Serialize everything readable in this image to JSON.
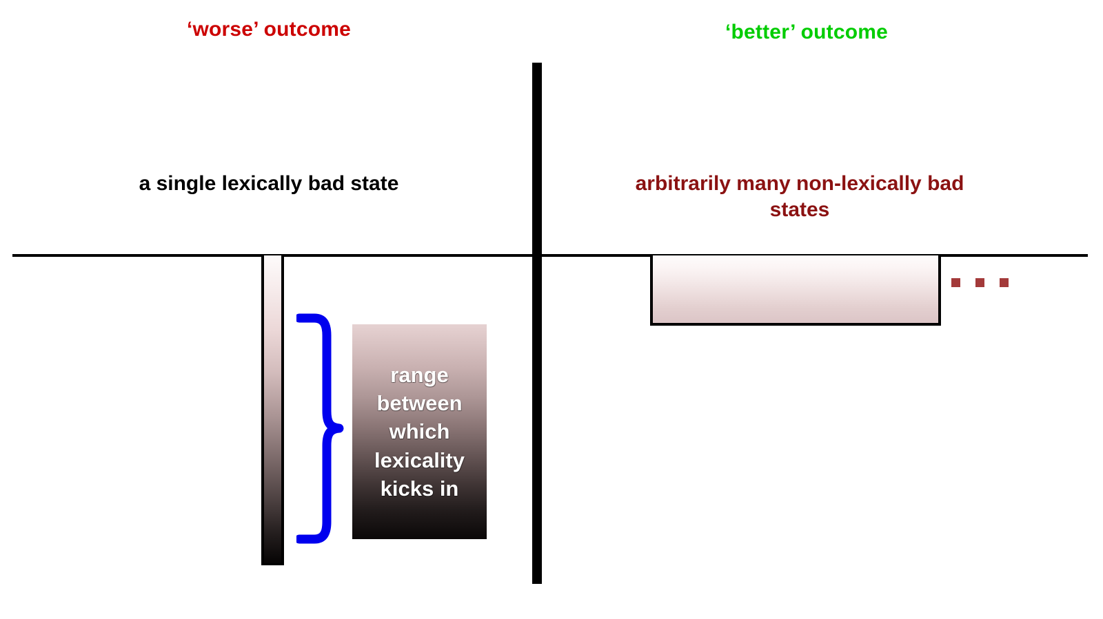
{
  "headings": {
    "worse": "‘worse’ outcome",
    "better": "‘better’ outcome"
  },
  "labels": {
    "left_state": "a single lexically bad state",
    "right_states": "arbitrarily many non-lexically bad states"
  },
  "annotations": {
    "range_box_text": "range between which lexicality kicks in",
    "ellipsis": ". . ."
  },
  "colors": {
    "worse_heading": "#CC0000",
    "better_heading": "#00CC00",
    "left_label": "#000000",
    "right_label": "#8B1212",
    "brace": "#0000EE",
    "axis": "#000000",
    "ellipsis_dot": "#A33A3A",
    "range_box_text": "#FFFFFF",
    "gradient_top": "#FDFAFA",
    "gradient_bottom": "#060404",
    "pink_box_top": "#FEFCFC",
    "pink_box_bottom": "#DCC5C7"
  },
  "icons": {
    "brace": "curly-brace-right",
    "ellipsis": "horizontal-ellipsis"
  }
}
